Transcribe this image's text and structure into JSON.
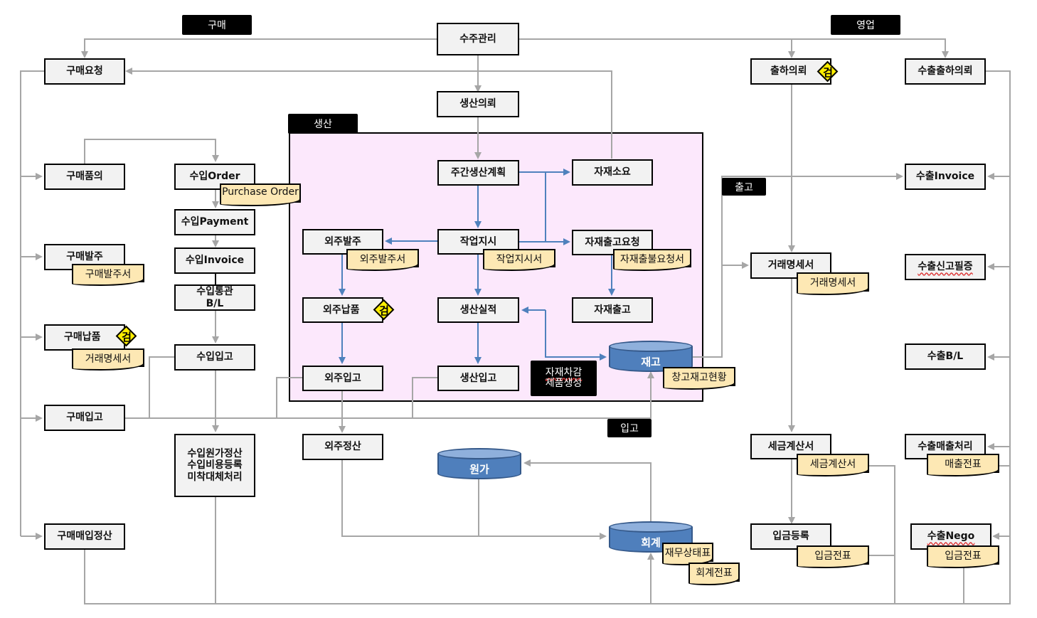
{
  "sections": {
    "purchase": "구매",
    "sales": "영업",
    "production": "생산",
    "shipping": "출고",
    "receiving": "입고",
    "material_note_line1": "자재차감",
    "material_note_line2": "제품생성"
  },
  "center": {
    "order_mgmt": "수주관리",
    "production_request": "생산의뢰"
  },
  "purchase": {
    "request": "구매요청",
    "approval": "구매품의",
    "order": "구매발주",
    "order_doc": "구매발주서",
    "delivery": "구매납품",
    "delivery_doc": "거래명세서",
    "receipt": "구매입고",
    "settlement": "구매매입정산"
  },
  "import": {
    "order": "수입Order",
    "order_doc": "Purchase Order",
    "payment": "수입Payment",
    "invoice": "수입Invoice",
    "customs_line1": "수입통관",
    "customs_line2": "B/L",
    "receipt": "수입입고",
    "cost_line1": "수입원가정산",
    "cost_line2": "수입비용등록",
    "cost_line3": "미착대체처리"
  },
  "production": {
    "weekly_plan": "주간생산계획",
    "material_req": "자재소요",
    "work_order": "작업지시",
    "work_order_doc": "작업지시서",
    "outsource_order": "외주발주",
    "outsource_order_doc": "외주발주서",
    "material_issue_req": "자재출고요청",
    "material_issue_req_doc": "자재출불요청서",
    "outsource_delivery": "외주납품",
    "result": "생산실적",
    "material_issue": "자재출고",
    "outsource_receipt": "외주입고",
    "production_receipt": "생산입고",
    "inventory": "재고",
    "inventory_doc": "창고재고현황",
    "outsource_settlement": "외주정산"
  },
  "accounting": {
    "cost": "원가",
    "ledger": "회계",
    "fin_statement": "재무상태표",
    "voucher": "회계전표"
  },
  "sales": {
    "ship_request": "출하의뢰",
    "statement": "거래명세서",
    "statement_doc": "거래명세서",
    "tax_invoice": "세금계산서",
    "tax_invoice_doc": "세금계산서",
    "deposit": "입금등록",
    "deposit_doc": "입금전표"
  },
  "export": {
    "ship_request": "수출출하의뢰",
    "invoice": "수출Invoice",
    "declaration": "수출신고필증",
    "bl": "수출B/L",
    "sales_proc": "수출매출처리",
    "sales_doc": "매출전표",
    "nego": "수출Nego",
    "nego_doc": "입금전표"
  },
  "inspection_mark": "검",
  "colors": {
    "flow_gray": "#a6a6a6",
    "flow_blue": "#4f81bd",
    "zone_bg": "#fce8fc",
    "doc_bg": "#fde8b4",
    "db_fill": "#4f7fbc",
    "box_bg": "#f2f2f2",
    "inspect": "#ffee00"
  }
}
